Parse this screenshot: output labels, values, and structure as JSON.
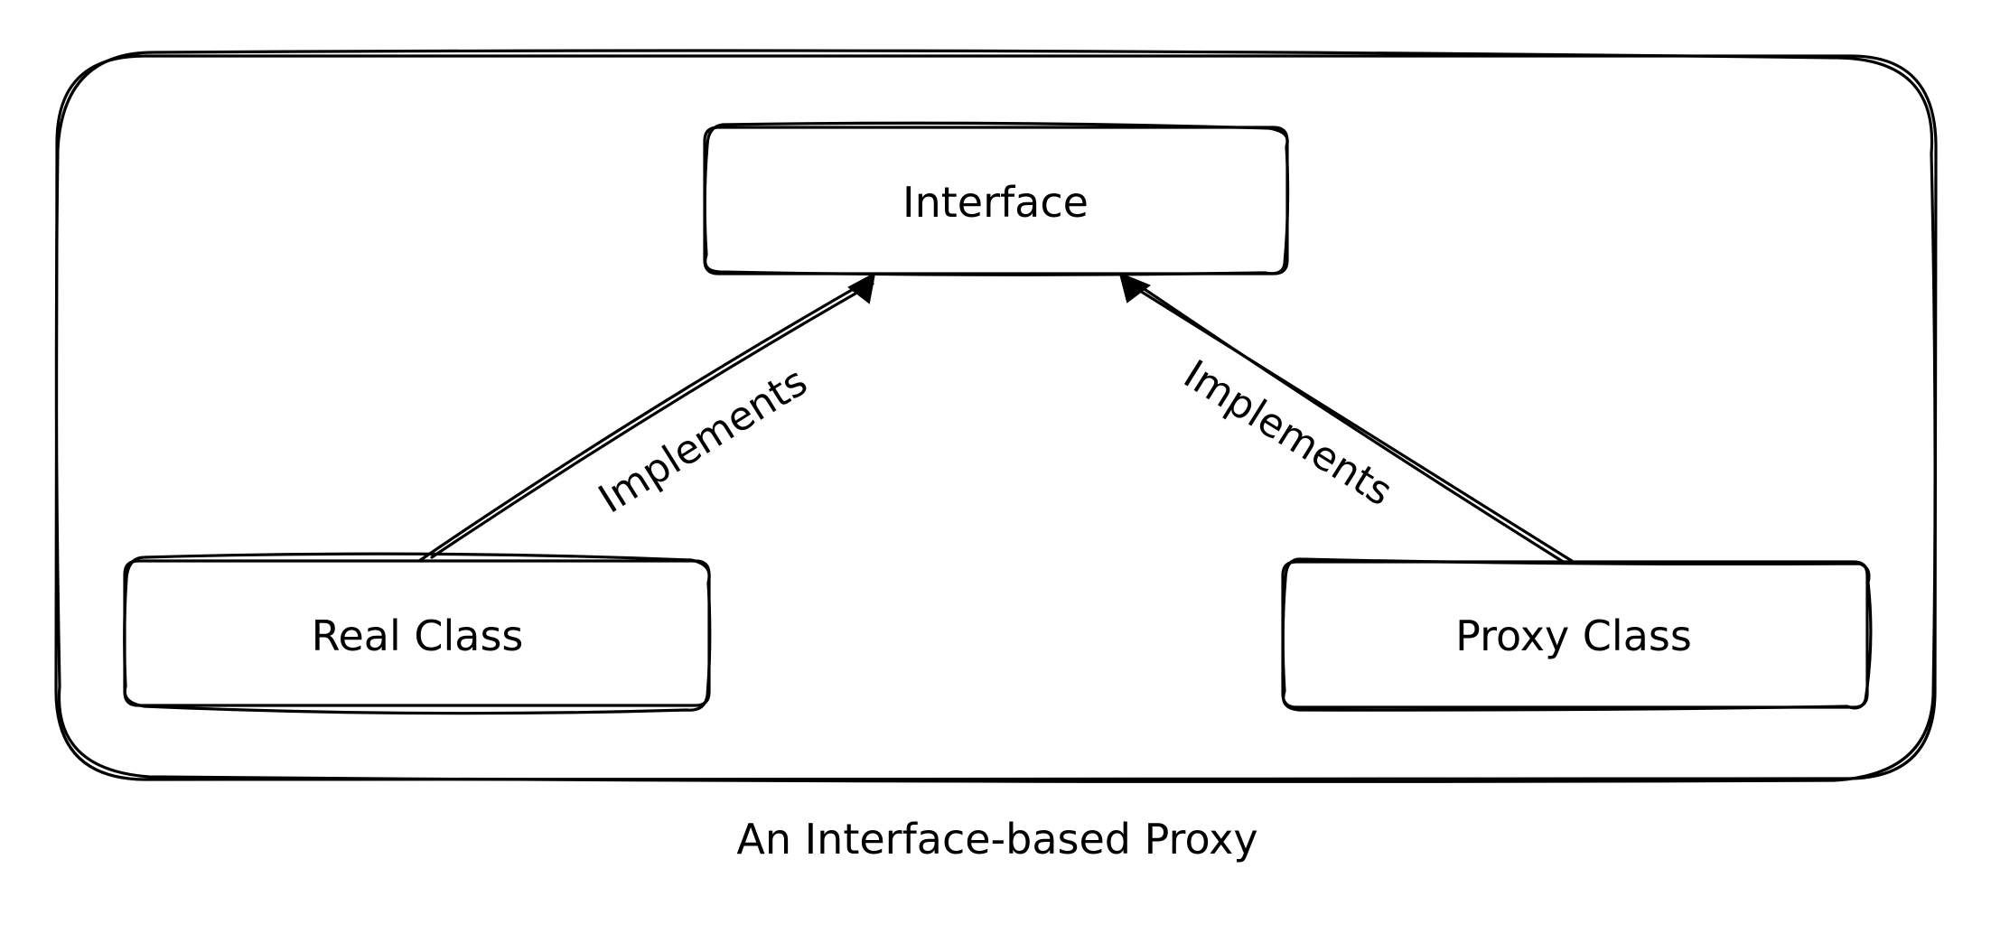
{
  "diagram": {
    "type": "class-diagram",
    "style": "hand-drawn",
    "stroke_color": "#000000",
    "background": "#ffffff",
    "container": {
      "label": ""
    },
    "nodes": [
      {
        "id": "interface",
        "label": "Interface"
      },
      {
        "id": "real",
        "label": "Real Class"
      },
      {
        "id": "proxy",
        "label": "Proxy Class"
      }
    ],
    "edges": [
      {
        "from": "real",
        "to": "interface",
        "label": "Implements",
        "arrow": "filled-triangle"
      },
      {
        "from": "proxy",
        "to": "interface",
        "label": "Implements",
        "arrow": "filled-triangle"
      }
    ],
    "caption": "An Interface-based Proxy"
  }
}
